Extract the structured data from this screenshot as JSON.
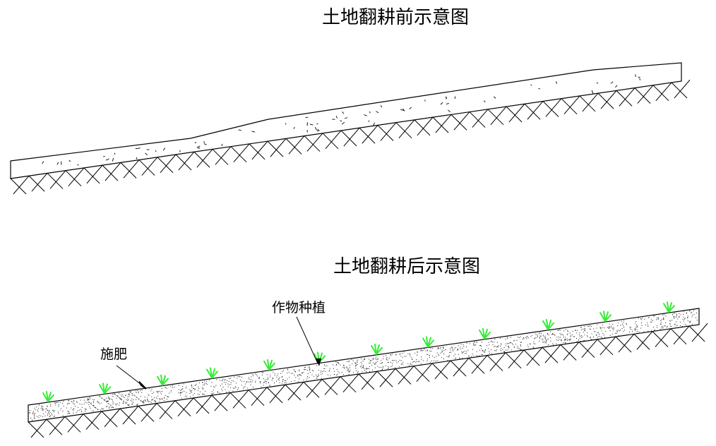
{
  "diagram": {
    "top": {
      "title": "土地翻耕前示意图"
    },
    "bottom": {
      "title": "土地翻耕后示意图",
      "label_crop": "作物种植",
      "label_fertilizer": "施肥"
    },
    "colors": {
      "line": "#000000",
      "grass": "#33ee33",
      "background": "#ffffff"
    }
  }
}
